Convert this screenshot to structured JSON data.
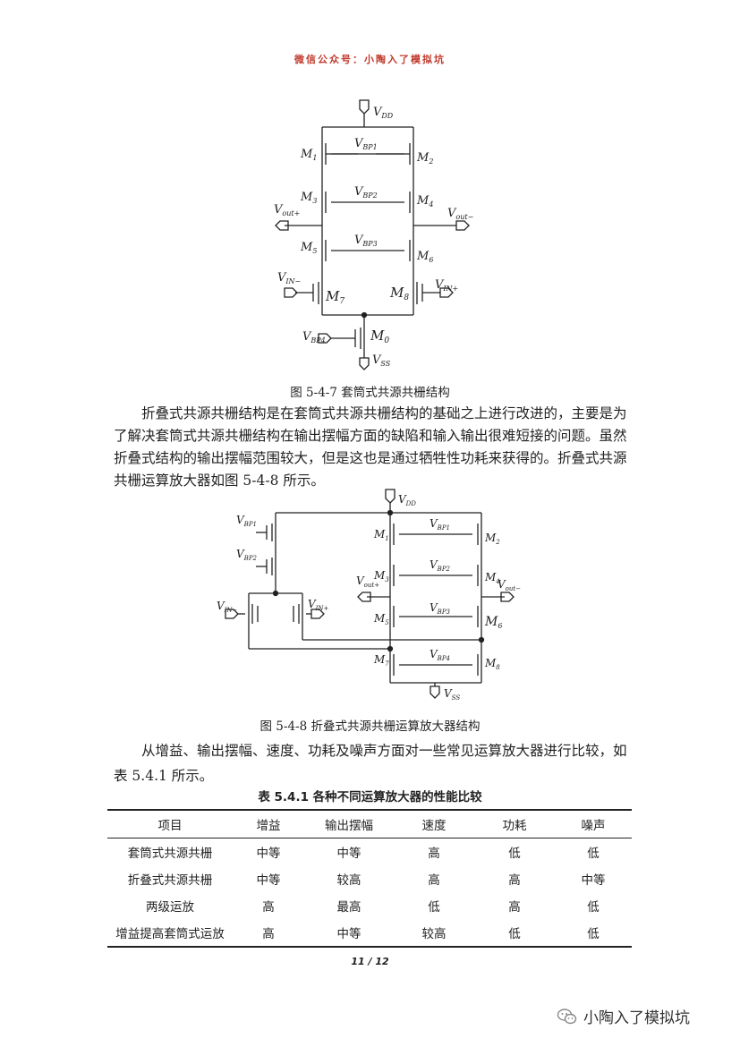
{
  "header": "微信公众号：小陶入了模拟坑",
  "figure1": {
    "caption": "图 5-4-7  套筒式共源共栅结构",
    "labels": {
      "vdd": "V",
      "vdd_sub": "DD",
      "vbp1": "V",
      "vbp1_sub": "BP1",
      "vbp2": "V",
      "vbp2_sub": "BP2",
      "vbp3": "V",
      "vbp3_sub": "BP3",
      "vbp4": "V",
      "vbp4_sub": "BP4",
      "vout_p": "V",
      "vout_p_sub": "out+",
      "vout_n": "V",
      "vout_n_sub": "out−",
      "vin_n": "V",
      "vin_n_sub": "IN−",
      "vin_p": "V",
      "vin_p_sub": "IN+",
      "vss": "V",
      "vss_sub": "SS",
      "m1": "M",
      "m1_sub": "1",
      "m2": "M",
      "m2_sub": "2",
      "m3": "M",
      "m3_sub": "3",
      "m4": "M",
      "m4_sub": "4",
      "m5": "M",
      "m5_sub": "5",
      "m6": "M",
      "m6_sub": "6",
      "m7": "M",
      "m7_sub": "7",
      "m8": "M",
      "m8_sub": "8",
      "m0": "M",
      "m0_sub": "0"
    }
  },
  "paragraph1": "折叠式共源共栅结构是在套筒式共源共栅结构的基础之上进行改进的，主要是为了解决套筒式共源共栅结构在输出摆幅方面的缺陷和输入输出很难短接的问题。虽然折叠式结构的输出摆幅范围较大，但是这也是通过牺牲性功耗来获得的。折叠式共源共栅运算放大器如图 5-4-8 所示。",
  "figure2": {
    "caption": "图 5-4-8  折叠式共源共栅运算放大器结构",
    "labels": {
      "vdd": "V",
      "vdd_sub": "DD",
      "vbp1_l": "V",
      "vbp1_l_sub": "BP1",
      "vbp2_l": "V",
      "vbp2_l_sub": "BP2",
      "vbp1": "V",
      "vbp1_sub": "BP1",
      "vbp2": "V",
      "vbp2_sub": "BP2",
      "vbp3": "V",
      "vbp3_sub": "BP3",
      "vbp4": "V",
      "vbp4_sub": "BP4",
      "vin_n": "V",
      "vin_n_sub": "IN−",
      "vin_p": "V",
      "vin_p_sub": "IN+",
      "vout_p": "V",
      "vout_p_sub": "out+",
      "vout_n": "V",
      "vout_n_sub": "out−",
      "vss": "V",
      "vss_sub": "SS",
      "m1": "M",
      "m1_sub": "1",
      "m2": "M",
      "m2_sub": "2",
      "m3": "M",
      "m3_sub": "3",
      "m4": "M",
      "m4_sub": "4",
      "m5": "M",
      "m5_sub": "5",
      "m6": "M",
      "m6_sub": "6",
      "m7": "M",
      "m7_sub": "7",
      "m8": "M",
      "m8_sub": "8"
    }
  },
  "paragraph2": "从增益、输出摆幅、速度、功耗及噪声方面对一些常见运算放大器进行比较，如表 5.4.1 所示。",
  "table": {
    "caption": "表 5.4.1  各种不同运算放大器的性能比较",
    "headers": [
      "项目",
      "增益",
      "输出摆幅",
      "速度",
      "功耗",
      "噪声"
    ],
    "rows": [
      [
        "套筒式共源共栅",
        "中等",
        "中等",
        "高",
        "低",
        "低"
      ],
      [
        "折叠式共源共栅",
        "中等",
        "较高",
        "高",
        "高",
        "中等"
      ],
      [
        "两级运放",
        "高",
        "最高",
        "低",
        "高",
        "低"
      ],
      [
        "增益提高套筒式运放",
        "高",
        "中等",
        "较高",
        "低",
        "低"
      ]
    ]
  },
  "page_number": "11 / 12",
  "watermark": "小陶入了模拟坑",
  "colors": {
    "header": "#c0392b",
    "ink": "#222222"
  }
}
